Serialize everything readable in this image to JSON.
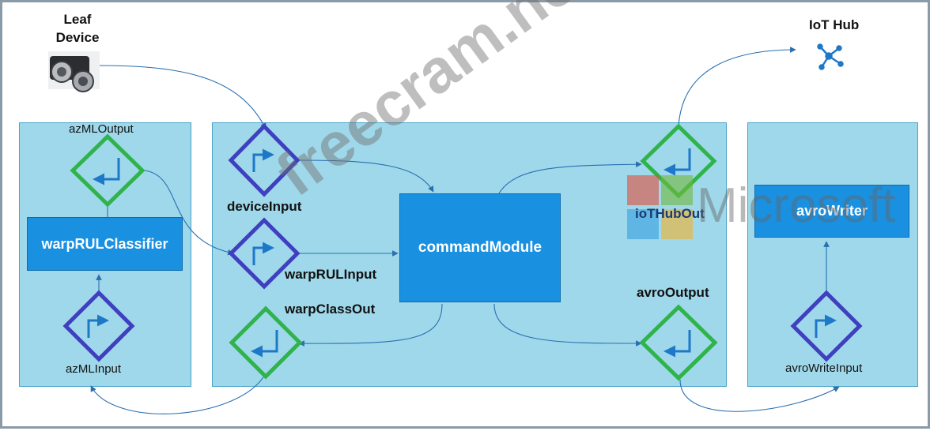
{
  "nodes": {
    "leaf_device": "Leaf\nDevice",
    "iot_hub": "IoT Hub"
  },
  "modules": {
    "warp_rul_classifier": "warpRULClassifier",
    "command_module": "commandModule",
    "avro_writer": "avroWriter"
  },
  "endpoints": {
    "az_ml_output": "azMLOutput",
    "az_ml_input": "azMLInput",
    "device_input": "deviceInput",
    "warp_rul_input": "warpRULInput",
    "warp_class_out": "warpClassOut",
    "iot_hub_out": "ioTHubOut",
    "avro_output": "avroOutput",
    "avro_write_input": "avroWriteInput"
  },
  "watermarks": {
    "site": "freecram.net",
    "brand": "Microsoft"
  },
  "colors": {
    "panel": "#9fd8ea",
    "module": "#1a90e0",
    "input_diamond": "#3f3fbf",
    "output_diamond": "#2fb34a",
    "connector": "#2a6fb0"
  }
}
